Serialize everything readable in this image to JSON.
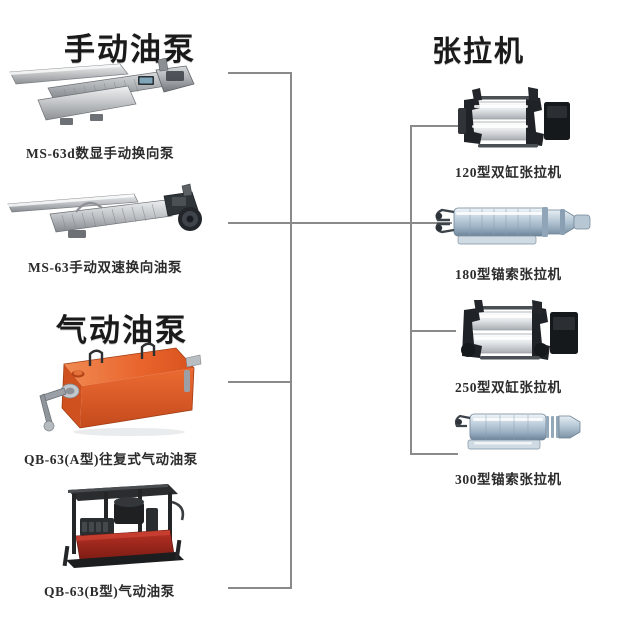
{
  "sections": {
    "manual_pump": {
      "heading": "手动油泵",
      "items": [
        {
          "caption": "MS-63d数显手动换向泵",
          "image": "manual-pump-digital"
        },
        {
          "caption": "MS-63手动双速换向油泵",
          "image": "manual-pump-dualspeed"
        }
      ]
    },
    "pneumatic_pump": {
      "heading": "气动油泵",
      "items": [
        {
          "caption": "QB-63(A型)往复式气动油泵",
          "image": "pneumatic-pump-a"
        },
        {
          "caption": "QB-63(B型)气动油泵",
          "image": "pneumatic-pump-b"
        }
      ]
    },
    "tensioner": {
      "heading": "张拉机",
      "items": [
        {
          "caption": "120型双缸张拉机",
          "image": "tensioner-120"
        },
        {
          "caption": "180型锚索张拉机",
          "image": "tensioner-180"
        },
        {
          "caption": "250型双缸张拉机",
          "image": "tensioner-250"
        },
        {
          "caption": "300型锚索张拉机",
          "image": "tensioner-300"
        }
      ]
    }
  },
  "colors": {
    "line": "#8a8a8a",
    "heading_text": "#1a1a1a",
    "caption_text": "#2b2b2b",
    "orange_body": "#e8622a",
    "red_body": "#a82a20",
    "steel_light": "#e9ecf0",
    "steel_mid": "#b9c2cb",
    "steel_dark": "#56606b",
    "blue_steel": "#a9c3d8",
    "background": "#ffffff"
  },
  "connectors": {
    "left_bus_label": "left-vertical-bus",
    "right_bus_label": "right-vertical-bus",
    "trunk_label": "horizontal-trunk"
  }
}
